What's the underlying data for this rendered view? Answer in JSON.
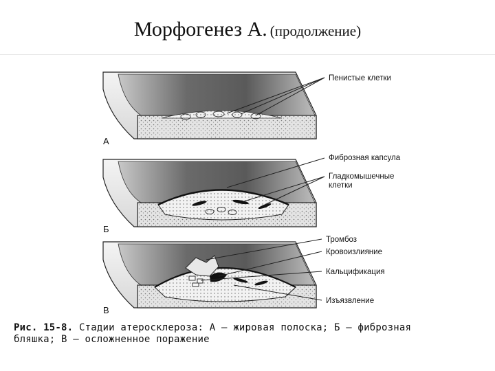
{
  "title": {
    "main": "Морфогенез А.",
    "sub": "(продолжение)"
  },
  "figure": {
    "stage_a": {
      "letter": "А",
      "labels": [
        "Пенистые клетки"
      ]
    },
    "stage_b": {
      "letter": "Б",
      "labels": [
        "Фиброзная капсула",
        "Гладкомышечные",
        "клетки"
      ]
    },
    "stage_c": {
      "letter": "В",
      "labels": [
        "Тромбоз",
        "Кровоизлияние",
        "Кальцификация",
        "Изъязвление"
      ]
    }
  },
  "caption": {
    "ref": "Рис. 15-8.",
    "line1": "Стадии атеросклероза: А — жировая полоска; Б — фиброзная",
    "line2": "бляшка; В — осложненное поражение"
  }
}
